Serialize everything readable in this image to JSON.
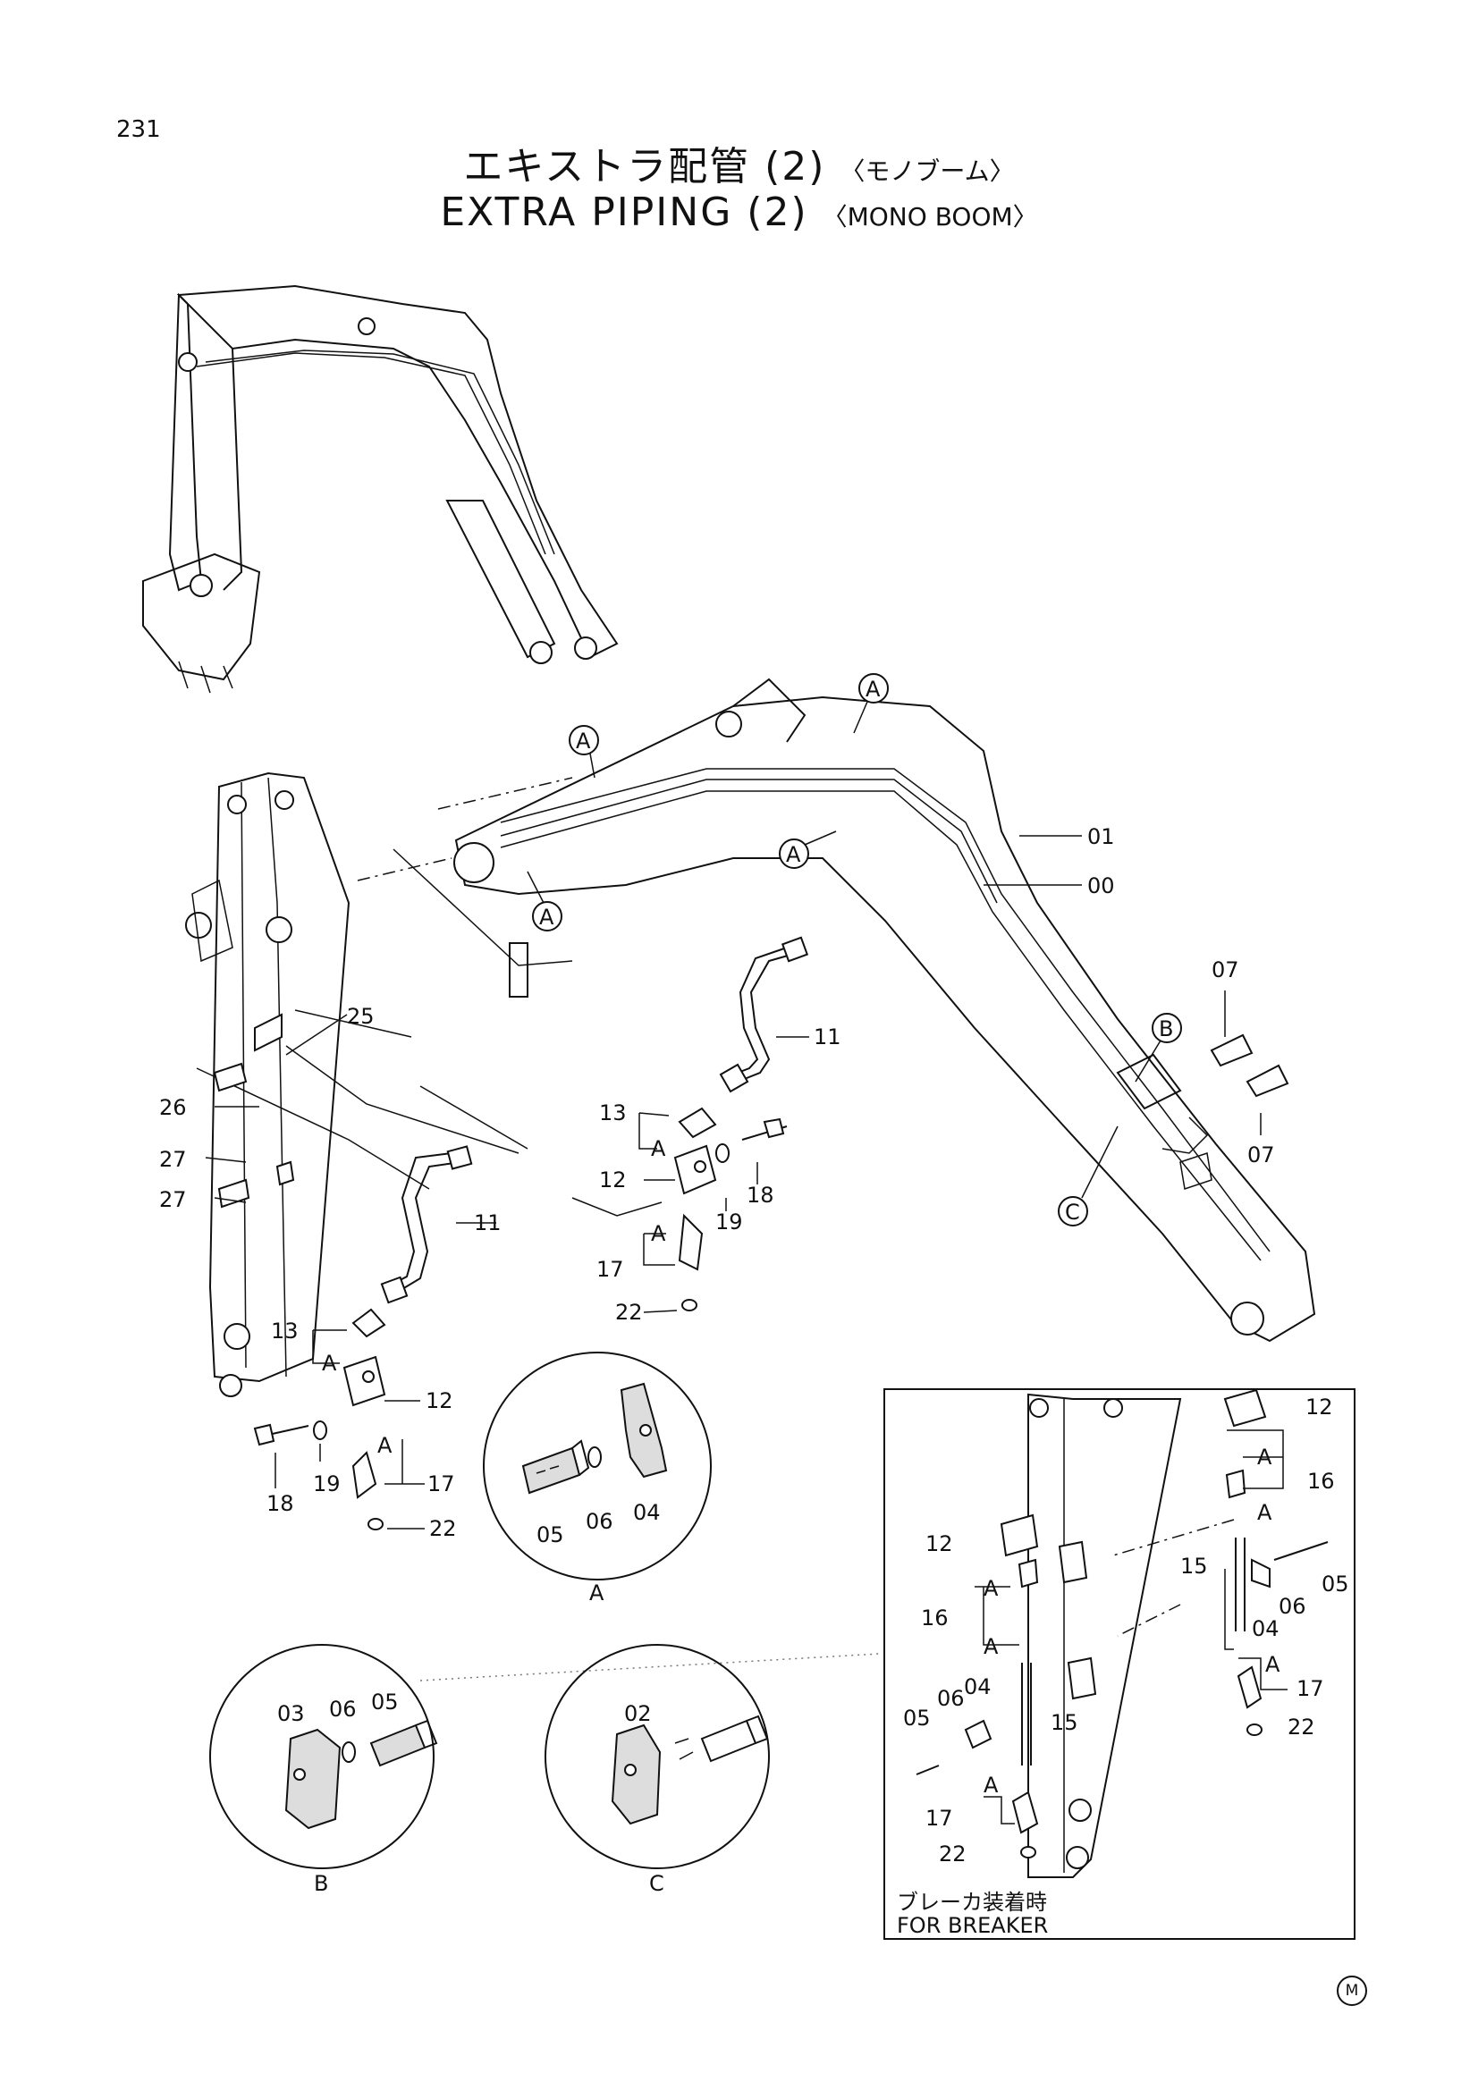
{
  "page_number": "231",
  "title": {
    "japanese": "エキストラ配管 (2)",
    "japanese_sub": "〈モノブーム〉",
    "english": "EXTRA PIPING (2)",
    "english_sub": "〈MONO BOOM〉"
  },
  "breaker_note": {
    "japanese": "ブレーカ装着時",
    "english": "FOR BREAKER"
  },
  "corner_mark": "M",
  "detail_labels": [
    "A",
    "B",
    "C"
  ],
  "callouts": [
    {
      "id": "01"
    },
    {
      "id": "00"
    },
    {
      "id": "07"
    },
    {
      "id": "11"
    },
    {
      "id": "13"
    },
    {
      "id": "12"
    },
    {
      "id": "17"
    },
    {
      "id": "18"
    },
    {
      "id": "19"
    },
    {
      "id": "22"
    },
    {
      "id": "25"
    },
    {
      "id": "26"
    },
    {
      "id": "27"
    },
    {
      "id": "05"
    },
    {
      "id": "06"
    },
    {
      "id": "04"
    },
    {
      "id": "03"
    },
    {
      "id": "02"
    },
    {
      "id": "15"
    },
    {
      "id": "16"
    }
  ]
}
